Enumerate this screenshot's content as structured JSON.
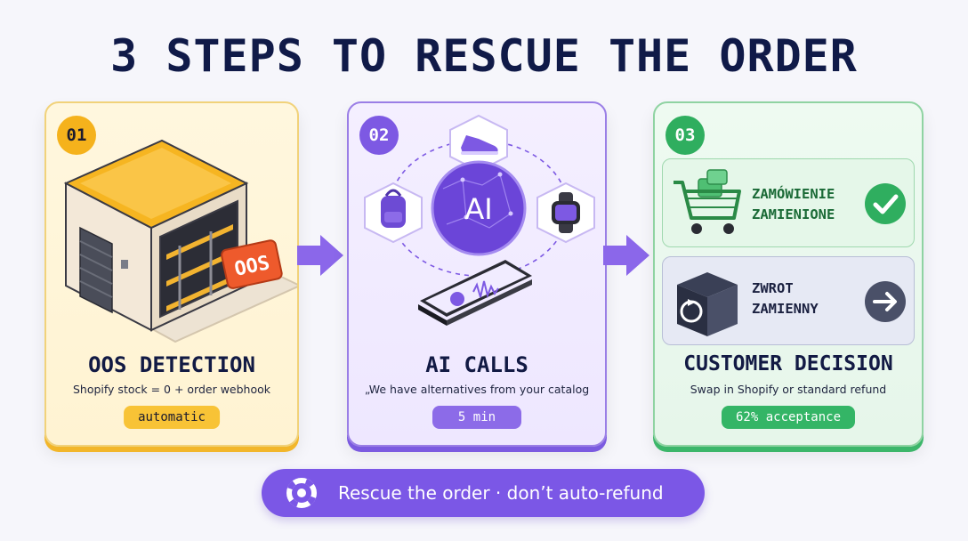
{
  "title": "3 STEPS TO RESCUE THE ORDER",
  "steps": [
    {
      "number": "01",
      "title": "OOS DETECTION",
      "description": "Shopify stock = 0 + order webhook",
      "pill": "automatic",
      "sign_text": "OOS"
    },
    {
      "number": "02",
      "title": "AI CALLS",
      "description": "„We have alternatives from your catalog",
      "pill": "5 min",
      "orb_text": "AI"
    },
    {
      "number": "03",
      "title": "CUSTOMER DECISION",
      "description": "Swap in Shopify or standard refund",
      "pill": "62% acceptance",
      "options": [
        {
          "line1": "ZAMÓWIENIE",
          "line2": "ZAMIENIONE"
        },
        {
          "line1": "ZWROT",
          "line2": "ZAMIENNY"
        }
      ]
    }
  ],
  "footer": "Rescue the order · don’t auto-refund",
  "colors": {
    "yellow": "#f5b21c",
    "purple": "#7d59e3",
    "green": "#2fae5f",
    "navy": "#101a48"
  }
}
